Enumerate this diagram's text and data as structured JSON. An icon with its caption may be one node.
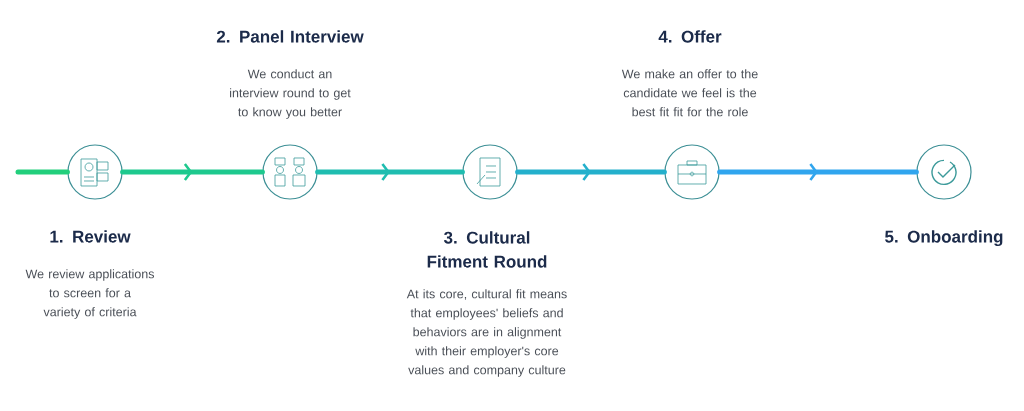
{
  "diagram": {
    "nodes": [
      {
        "text": [
          "1. Review",
          "We review applications to screen for a variety of criteria"
        ]
      },
      {
        "text": [
          "2. Panel Interview",
          "We conduct an interview round to get to know you better"
        ]
      },
      {
        "text": [
          "3. Cultural Fitment Round",
          "At its core, cultural fit means that employees' beliefs and behaviors are in alignment with their employer's core values and company culture"
        ]
      },
      {
        "text": [
          "4. Offer",
          "We make an offer to the candidate we feel is the best fit fit for the role"
        ]
      },
      {
        "text": [
          "5. Onboarding"
        ]
      }
    ],
    "edges": [
      {
        "from": null,
        "to": 0,
        "arrow": "none",
        "color": "#22cf7c"
      },
      {
        "from": 0,
        "to": 1,
        "arrow": "to",
        "color": "#1ec98e"
      },
      {
        "from": 1,
        "to": 2,
        "arrow": "to",
        "color": "#1fbdb0"
      },
      {
        "from": 2,
        "to": 3,
        "arrow": "to",
        "color": "#24b0cc"
      },
      {
        "from": 3,
        "to": 4,
        "arrow": "to",
        "color": "#30a5ee"
      }
    ]
  }
}
